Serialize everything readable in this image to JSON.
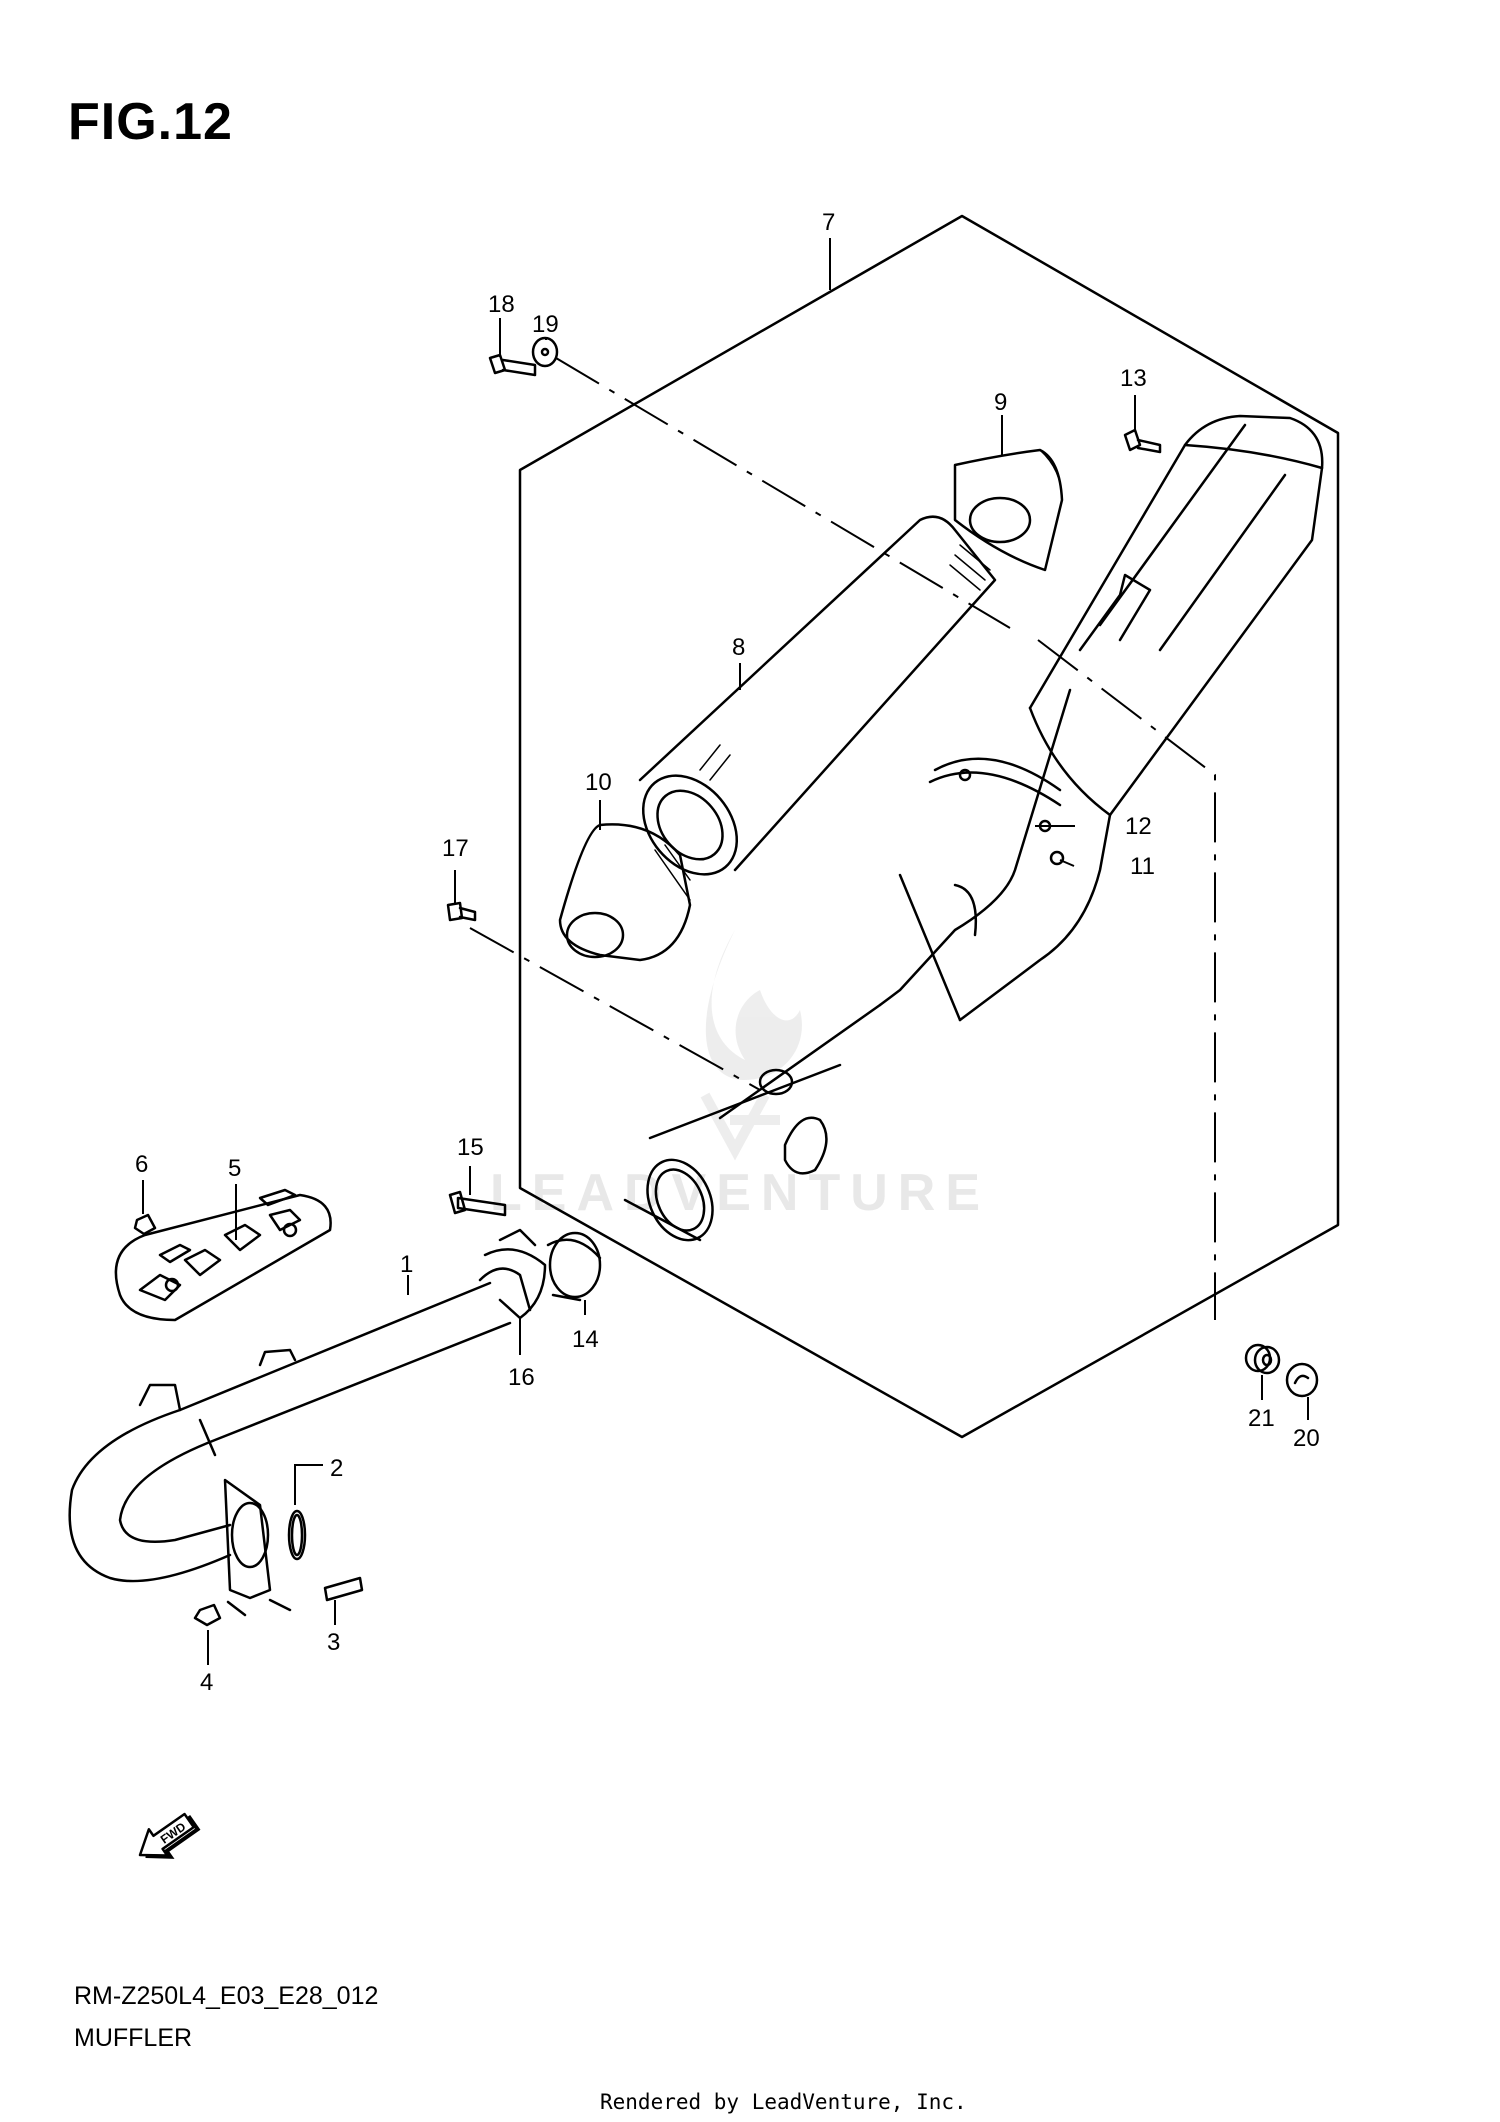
{
  "figure": {
    "title": "FIG.12"
  },
  "model_code": "RM-Z250L4_E03_E28_012",
  "section_name": "MUFFLER",
  "credit": "Rendered by LeadVenture, Inc.",
  "watermark": "LEADVENTURE",
  "fwd_arrow_text": "FWD",
  "callouts": [
    "1",
    "2",
    "3",
    "4",
    "5",
    "6",
    "7",
    "8",
    "9",
    "10",
    "11",
    "12",
    "13",
    "14",
    "15",
    "16",
    "17",
    "18",
    "19",
    "20",
    "21"
  ],
  "line_color": "#000000",
  "watermark_color": "#e6e6e6"
}
